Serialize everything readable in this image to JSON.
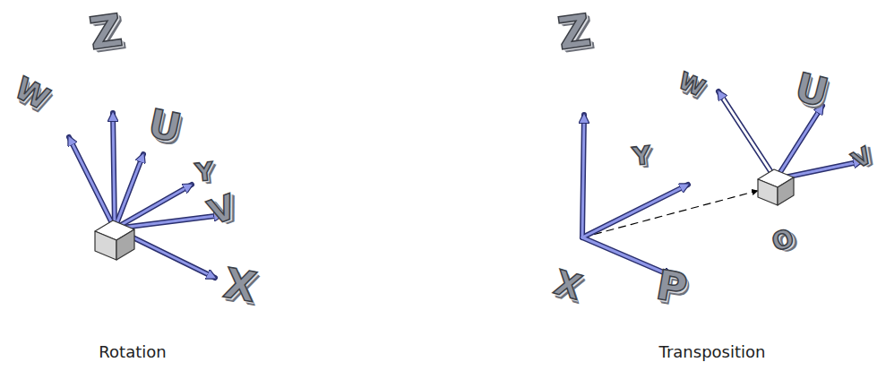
{
  "diagram": {
    "labels": [
      "Z",
      "W",
      "U",
      "Y",
      "V",
      "X",
      "Rotation",
      "Z",
      "W",
      "U",
      "V",
      "Y",
      "O",
      "X",
      "P",
      "Transposition"
    ]
  }
}
